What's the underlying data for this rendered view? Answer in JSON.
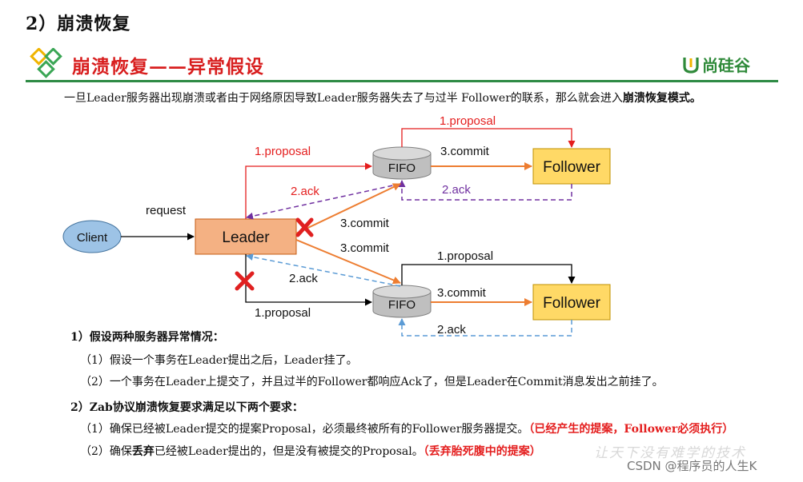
{
  "section_heading": "2）崩溃恢复",
  "slide_title": "崩溃恢复——异常假设",
  "brand_name": "尚硅谷",
  "intro": {
    "text": "一旦Leader服务器出现崩溃或者由于网络原因导致Leader服务器失去了与过半 Follower的联系，那么就会进入",
    "emphasis": "崩溃恢复模式。"
  },
  "diagram": {
    "client": "Client",
    "request": "request",
    "leader": "Leader",
    "fifo_top": "FIFO",
    "fifo_bottom": "FIFO",
    "follower_top": "Follower",
    "follower_bottom": "Follower",
    "proposal_leader_top": "1.proposal",
    "proposal_fifo_follower_top": "1.proposal",
    "commit_fifo_follower_top": "3.commit",
    "ack_follower_top": "2.ack",
    "ack_leader_top": "2.ack",
    "commit_leader_top": "3.commit",
    "commit_leader_bottom": "3.commit",
    "ack_leader_bottom": "2.ack",
    "proposal_leader_bottom": "1.proposal",
    "proposal_fifo_follower_bottom": "1.proposal",
    "commit_fifo_follower_bottom": "3.commit",
    "ack_follower_bottom": "2.ack"
  },
  "notes": {
    "heading1": "1）假设两种服务器异常情况：",
    "item1": "（1）假设一个事务在Leader提出之后，Leader挂了。",
    "item2": "（2）一个事务在Leader上提交了，并且过半的Follower都响应Ack了，但是Leader在Commit消息发出之前挂了。",
    "heading2": "2）Zab协议崩溃恢复要求满足以下两个要求：",
    "req1": "（1）确保已经被Leader提交的提案Proposal，必须最终被所有的Follower服务器提交。",
    "req1_note": "（已经产生的提案，Follower必须执行）",
    "req2_a": "（2）确保",
    "req2_b": "丢弃",
    "req2_c": "已经被Leader提出的，但是没有被提交的Proposal。",
    "req2_note": "（丢弃胎死腹中的提案）"
  },
  "watermark_motto": "让天下没有难学的技术",
  "watermark_credit": "CSDN @程序员的人生K",
  "colors": {
    "title_red": "#d81e1e",
    "brand_green": "#2f8a3a",
    "leader_fill": "#f4b183",
    "follower_fill": "#ffd966",
    "client_fill": "#9dc3e6",
    "commit_orange": "#ed7d31",
    "ack_purple": "#7030a0",
    "ack_blue": "#5b9bd5",
    "fail_red": "#e02020"
  }
}
